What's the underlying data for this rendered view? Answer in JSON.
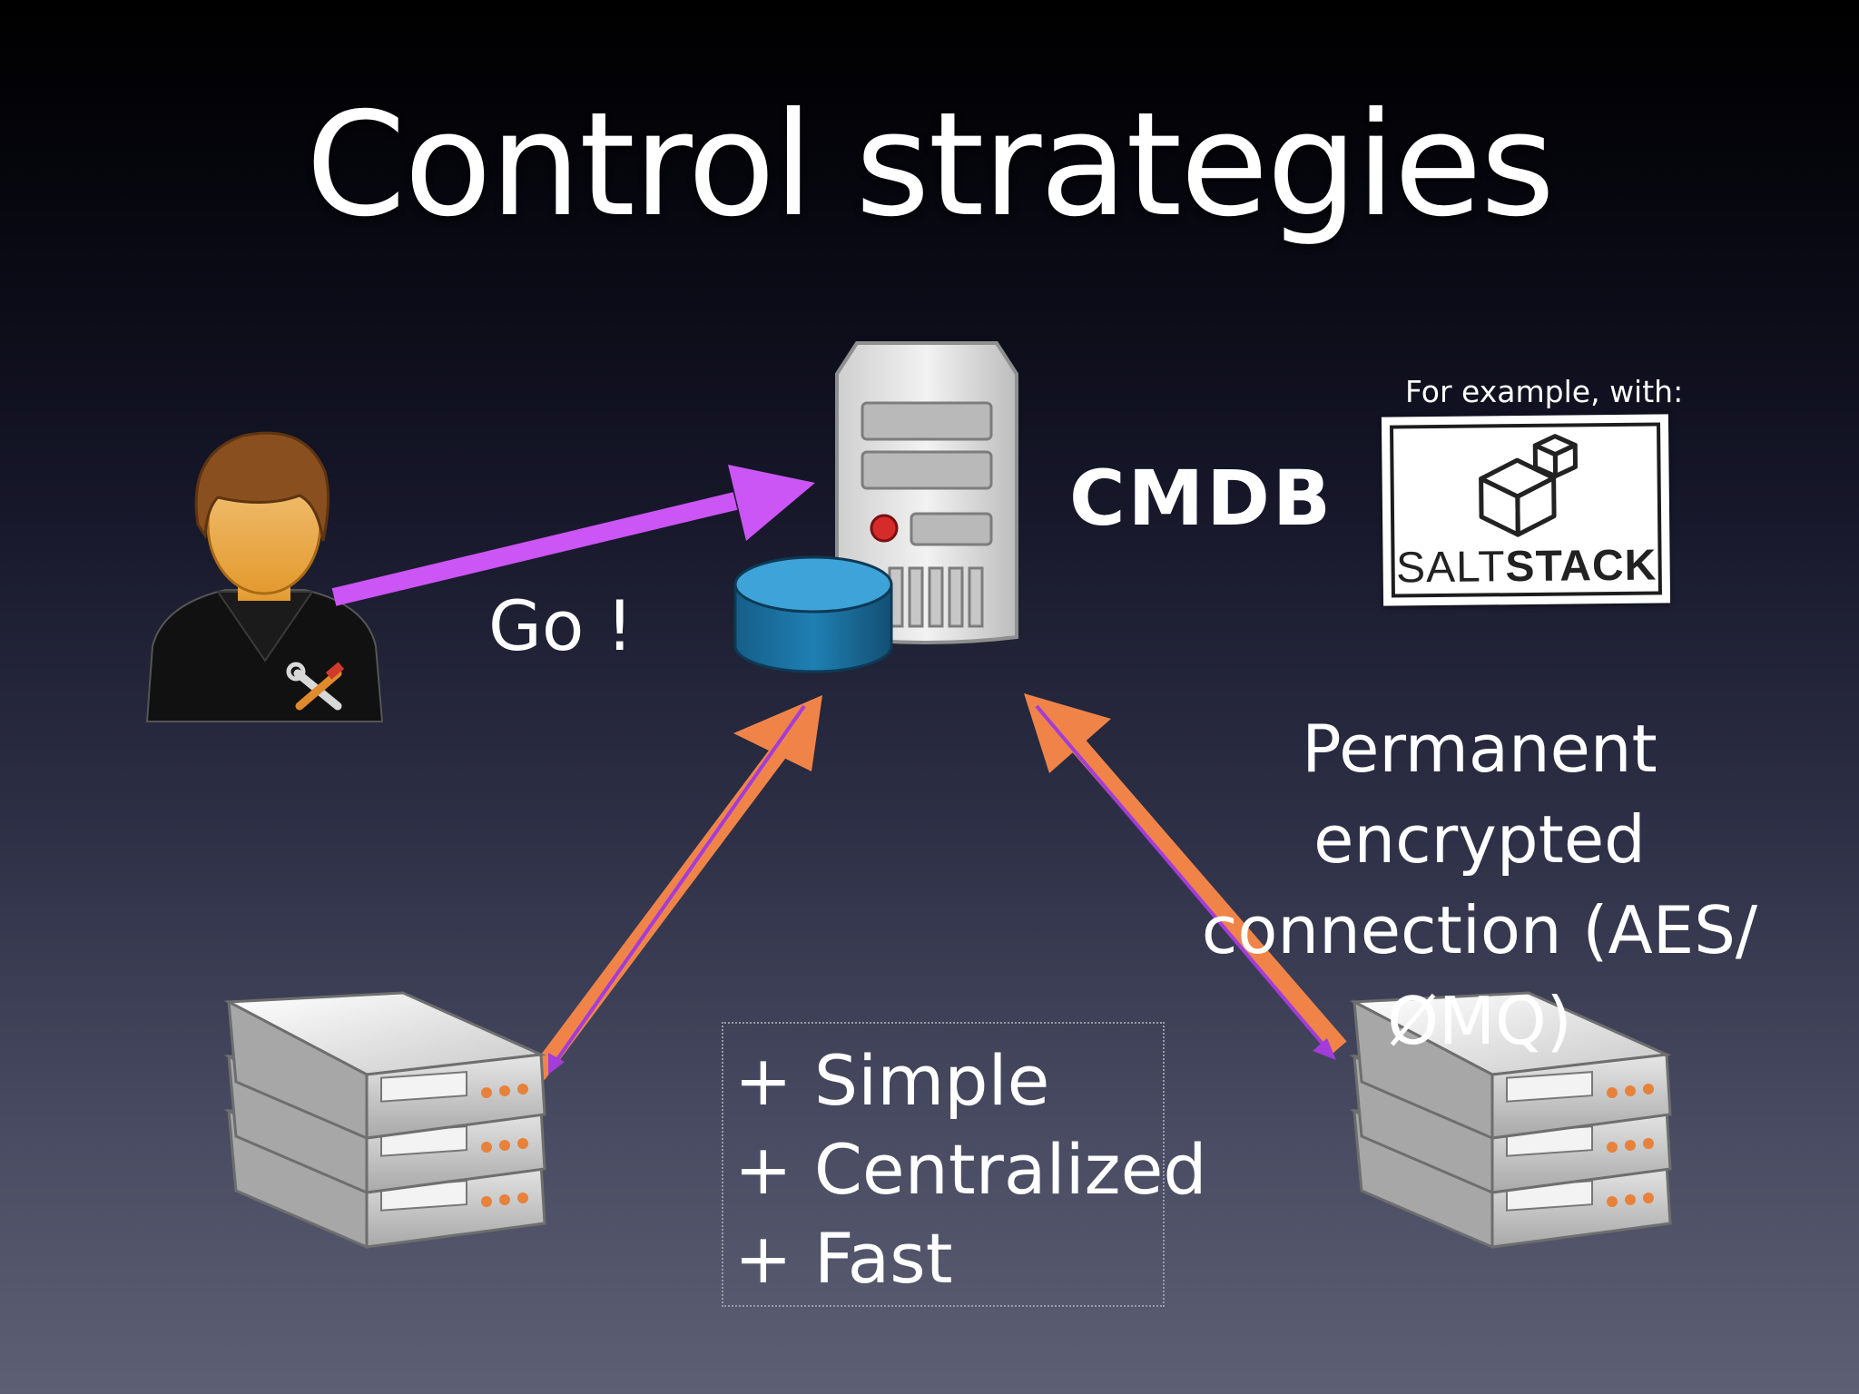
{
  "slide": {
    "title": "Control strategies",
    "server_label": "CMDB",
    "command_label": "Go !",
    "example_label": "For example, with:",
    "logo": {
      "text_light": "SALT",
      "text_bold": "STACK",
      "name": "saltstack-logo"
    },
    "connection_label": "Permanent encrypted connection (AES/ ØMQ)",
    "connection_lines": [
      "Permanent encrypted",
      "connection (AES/",
      "ØMQ)"
    ],
    "pros": [
      "+ Simple",
      "+ Centralized",
      "+ Fast"
    ]
  },
  "colors": {
    "command_arrow": "#cc55f5",
    "connection_arrow": "#f08448",
    "connection_inner": "#a33cd8",
    "database": "#1f7fb2"
  },
  "icons": [
    "admin-user-icon",
    "tools-icon",
    "server-tower-icon",
    "database-icon",
    "rack-server-icon"
  ]
}
